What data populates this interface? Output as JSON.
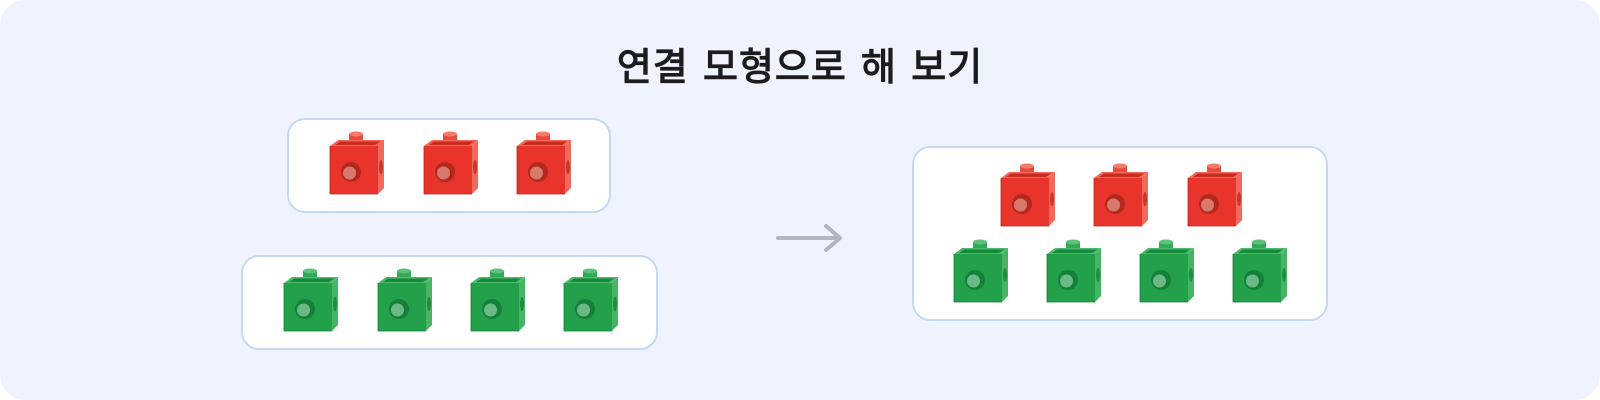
{
  "title": "연결 모형으로 해 보기",
  "colors": {
    "background": "#eff3fd",
    "box_border": "#c5d8f3",
    "red_cube": "#e8342a",
    "green_cube": "#22a04a",
    "arrow": "#b3b6c0"
  },
  "groups": {
    "red_group": {
      "count": 3,
      "color": "red"
    },
    "green_group": {
      "count": 4,
      "color": "green"
    },
    "result_group": {
      "red_count": 3,
      "green_count": 4
    }
  },
  "icons": {
    "arrow": "right-arrow-icon",
    "cube": "linking-cube-icon"
  }
}
